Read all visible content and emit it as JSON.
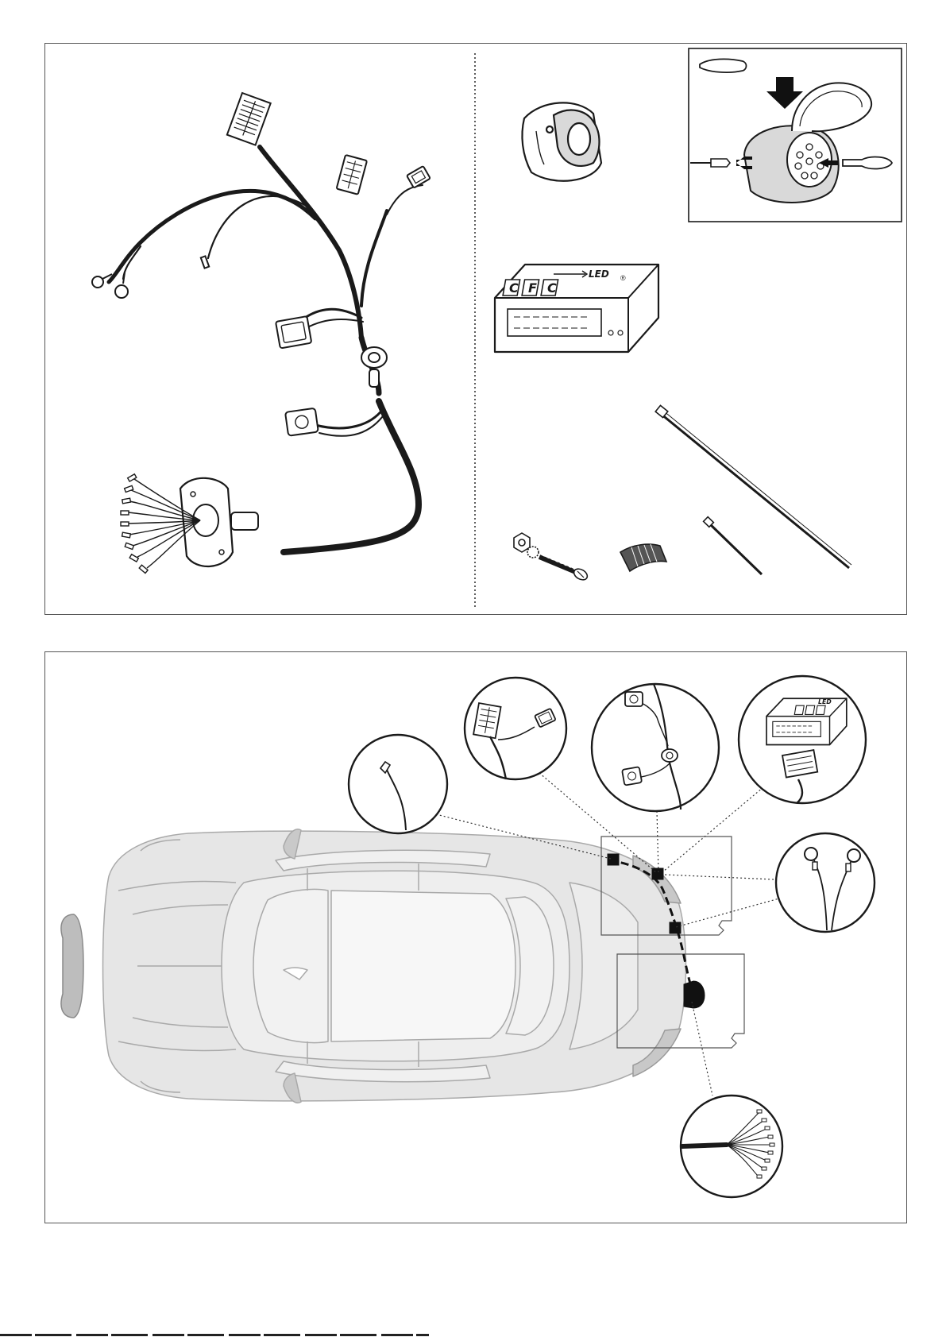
{
  "diagram": {
    "top_panel": {
      "name": "kit-contents"
    },
    "bottom_panel": {
      "name": "installation-routing"
    }
  },
  "module": {
    "brand": "LED",
    "logo_letters": [
      "C",
      "F",
      "C"
    ],
    "registered_mark": "®"
  },
  "mini_module": {
    "brand": "LED"
  },
  "colors": {
    "line": "#1a1a1a",
    "car_fill": "#e6e6e6",
    "car_shade": "#c8c8c8",
    "arrow": "#111111"
  }
}
